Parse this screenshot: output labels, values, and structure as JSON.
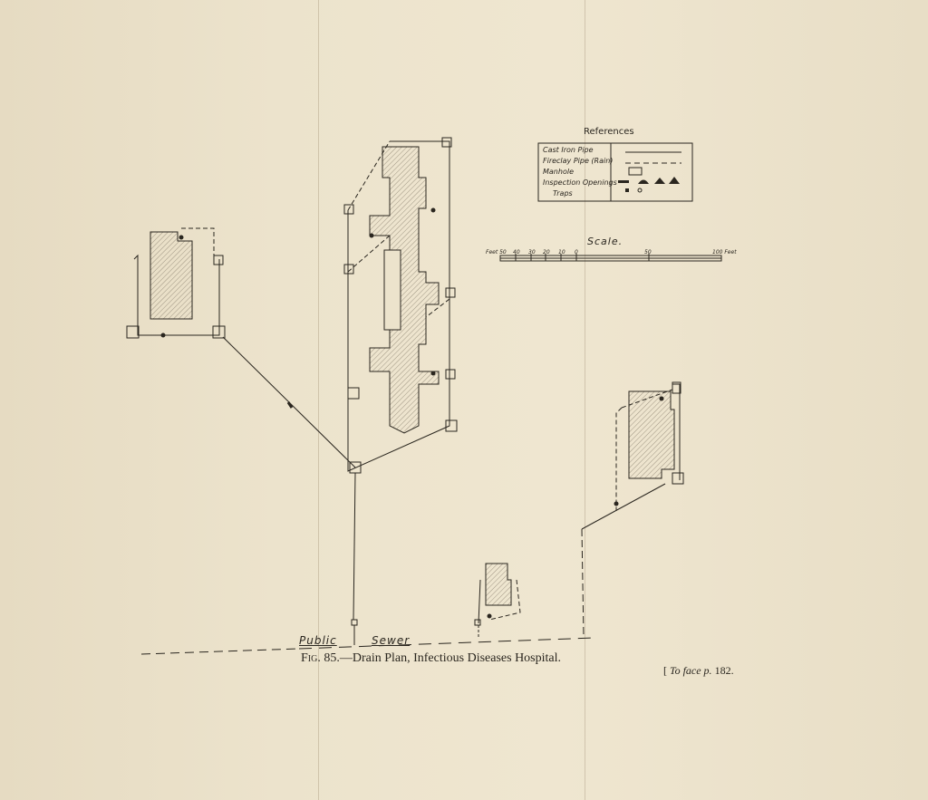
{
  "caption": {
    "fig": "Fig. 85.",
    "text": "—Drain Plan, Infectious Diseases Hospital."
  },
  "page_reference": {
    "open": "[",
    "italic": "To face p.",
    "number": "182."
  },
  "references": {
    "title": "References",
    "items": [
      {
        "label": "Cast Iron Pipe",
        "symbol": "solid-line"
      },
      {
        "label": "Fireclay Pipe (Rain)",
        "symbol": "dashed-line"
      },
      {
        "label": "Manhole",
        "symbol": "square"
      },
      {
        "label": "Inspection Openings",
        "symbol": "inspection-symbols"
      },
      {
        "label": "Traps",
        "symbol": "trap-symbols"
      }
    ]
  },
  "scale": {
    "title": "Scale.",
    "left_label": "Feet 50",
    "tick_labels": [
      "40",
      "30",
      "20",
      "10",
      "0",
      "50",
      "100 Feet"
    ]
  },
  "sewer": {
    "word1": "Public",
    "word2": "Sewer"
  },
  "colors": {
    "paper": "#ece3cc",
    "ink": "#2a261f",
    "hatch": "#8a8070"
  }
}
